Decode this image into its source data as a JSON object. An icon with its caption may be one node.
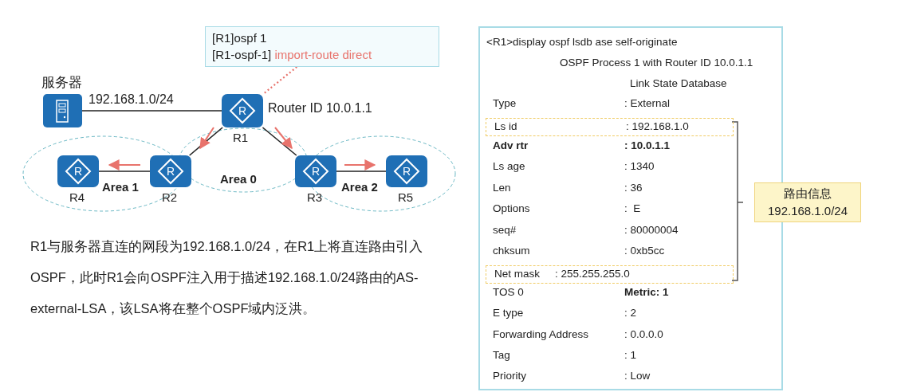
{
  "diagram": {
    "nodes": [
      {
        "text": [
          "[R1]ospf 1",
          "[R1-ospf-1]",
          "import-route direct"
        ]
      },
      {
        "text": [
          "服务器"
        ]
      },
      {
        "text": [
          "R",
          "R1"
        ],
        "beside": [
          "Router ID 10.0.1.1"
        ]
      },
      {
        "text": [
          "R",
          "R4"
        ]
      },
      {
        "text": [
          "R",
          "R2"
        ]
      },
      {
        "text": [
          "R",
          "R3"
        ]
      },
      {
        "text": [
          "R",
          "R5"
        ]
      },
      {
        "text": [
          "<R1>display ospf lsdb ase self-originate",
          "OSPF Process 1 with Router ID 10.0.1.1",
          "Link State Database"
        ]
      },
      {
        "text": [
          "Ls id",
          ": 192.168.1.0"
        ],
        "in": 7
      },
      {
        "text": [
          "Net mask",
          ": 255.255.255.0"
        ],
        "in": 7
      },
      {
        "text": [
          "路由信息",
          "192.168.1.0/24"
        ]
      }
    ],
    "edges": [
      {
        "from": 1,
        "to": 2,
        "arrow": "none",
        "label": "192.168.1.0/24"
      },
      {
        "from": 2,
        "to": 4,
        "arrow": "none"
      },
      {
        "from": 2,
        "to": 5,
        "arrow": "none"
      },
      {
        "from": 4,
        "to": 3,
        "arrow": "none"
      },
      {
        "from": 5,
        "to": 6,
        "arrow": "none"
      },
      {
        "from": 0,
        "to": 2,
        "arrow": "none",
        "style": "dashed",
        "color": "#e8736c"
      }
    ],
    "labels": [
      "Area 1",
      "Area 0",
      "Area 2",
      "Type",
      ": External",
      "Adv rtr",
      ": 10.0.1.1",
      "Ls age",
      ": 1340",
      "Len",
      ": 36",
      "Options",
      ":  E",
      "seq#",
      ": 80000004",
      "chksum",
      ": 0xb5cc",
      "TOS 0",
      "Metric: 1",
      "E type",
      ": 2",
      "Forwarding Address",
      ": 0.0.0.0",
      "Tag",
      ": 1",
      "Priority",
      ": Low",
      "R1与服务器直连的网段为192.168.1.0/24，在R1上将直连路由引入OSPF，此时R1会向OSPF注入用于描述192.168.1.0/24路由的AS-external-LSA，该LSA将在整个OSPF域内泛洪。"
    ]
  }
}
